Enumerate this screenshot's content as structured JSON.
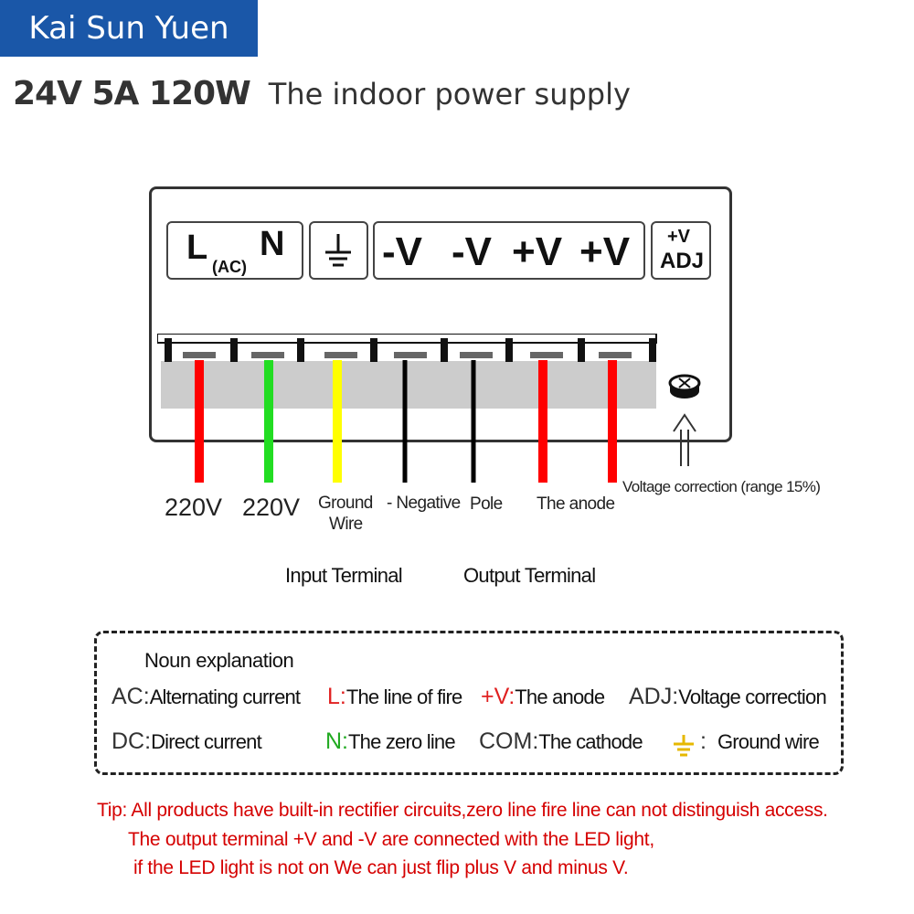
{
  "brand": "Kai Sun Yuen",
  "heading": {
    "spec": "24V 5A 120W",
    "description": "The indoor power supply"
  },
  "terminal_labels": {
    "ac_L": "L",
    "ac_sub": "(AC)",
    "ac_N": "N",
    "neg1": "-V",
    "neg2": "-V",
    "pos1": "+V",
    "pos2": "+V",
    "adj_top": "+V",
    "adj_bottom": "ADJ"
  },
  "wires": {
    "colors": [
      "#ff0000",
      "#22dd22",
      "#ffff00",
      "#000000",
      "#000000",
      "#ff0000",
      "#ff0000"
    ],
    "labels": {
      "v220_a": "220V",
      "v220_b": "220V",
      "ground_1": "Ground",
      "ground_2": "Wire",
      "negative": "- Negative",
      "pole": "Pole",
      "anode": "The anode",
      "voltage_correction": "Voltage correction (range 15%)"
    }
  },
  "groups": {
    "input": "Input Terminal",
    "output": "Output Terminal"
  },
  "nouns": {
    "title": "Noun explanation",
    "row1": [
      {
        "key": "AC:",
        "value": "Alternating current",
        "key_color": "#333333"
      },
      {
        "key": "L:",
        "value": "The line of fire",
        "key_color": "#e02020"
      },
      {
        "key": "+V:",
        "value": "The anode",
        "key_color": "#e02020"
      },
      {
        "key": "ADJ:",
        "value": "Voltage correction",
        "key_color": "#333333"
      }
    ],
    "row2": [
      {
        "key": "DC:",
        "value": "Direct current",
        "key_color": "#333333"
      },
      {
        "key": "N:",
        "value": "The zero line",
        "key_color": "#22aa22"
      },
      {
        "key": "COM:",
        "value": "The cathode",
        "key_color": "#333333"
      },
      {
        "key": ":",
        "value": "Ground wire",
        "key_color": "#333333"
      }
    ],
    "ground_icon_color": "#e6b800"
  },
  "tips": {
    "line1": "Tip: All products have built-in rectifier circuits,zero line fire line can not distinguish access.",
    "line2": "The output terminal +V and -V are connected with the LED light,",
    "line3": "if the LED light is not on We can just flip plus V and minus V."
  }
}
